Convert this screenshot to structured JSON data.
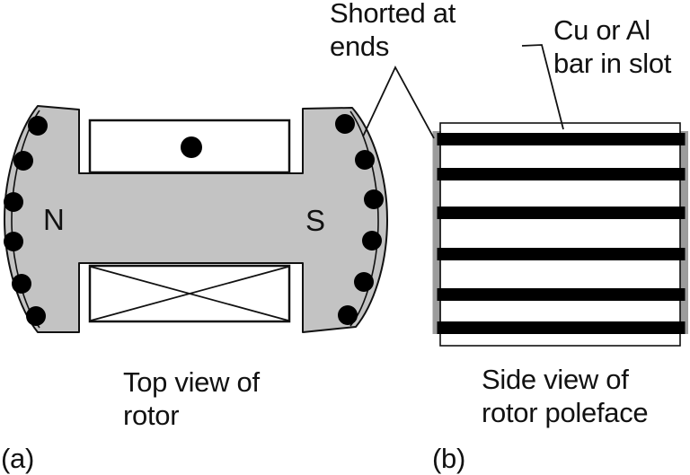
{
  "figure": {
    "annotations": {
      "shorted_label": "Shorted at\nends",
      "cu_label": "Cu or Al\nbar in slot"
    },
    "panel_a": {
      "tag": "(a)",
      "caption": "Top view of\nrotor",
      "north_pole_label": "N",
      "south_pole_label": "S",
      "damper_dots_per_pole": 6
    },
    "panel_b": {
      "tag": "(b)",
      "caption": "Side view of\nrotor poleface",
      "slot_bar_count": 6
    },
    "colors": {
      "rotor_gray": "#c3c3c3",
      "end_ring_gray": "#9c9c9c",
      "bar_black": "#000000",
      "outline_black": "#111111",
      "background": "#ffffff"
    }
  }
}
